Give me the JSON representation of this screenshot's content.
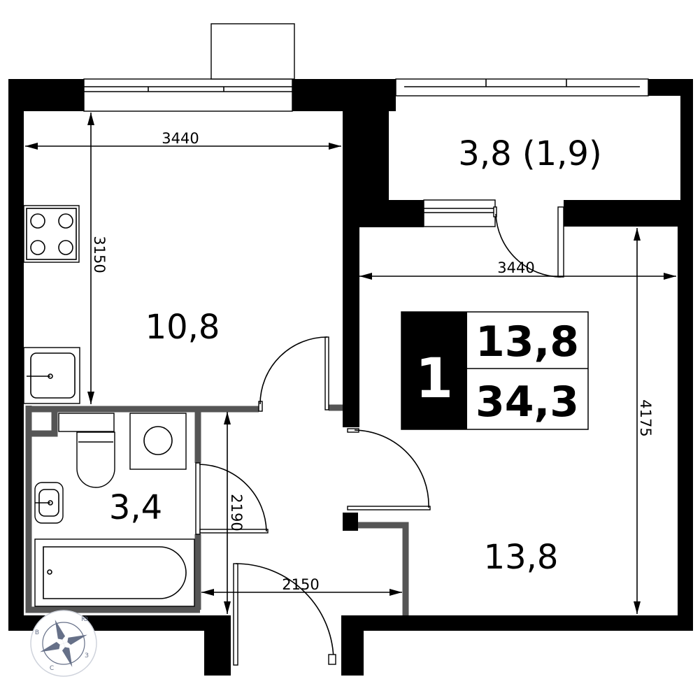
{
  "rooms": {
    "kitchen_area": "10,8",
    "living_area": "13,8",
    "bathroom_area": "3,4",
    "balcony_area": "3,8 (1,9)"
  },
  "dimensions": {
    "kitchen_width": "3440",
    "kitchen_depth": "3150",
    "living_width": "3440",
    "living_depth": "4175",
    "hall_depth": "2190",
    "hall_width": "2150"
  },
  "summary_badge": {
    "room_count": "1",
    "living_area": "13,8",
    "total_area": "34,3"
  },
  "compass": {
    "north": "В",
    "east": "Ю",
    "south": "З",
    "west": "С"
  },
  "colors": {
    "wall": "#000000",
    "partition": "#555555",
    "background": "#ffffff",
    "compass": "#667088"
  }
}
